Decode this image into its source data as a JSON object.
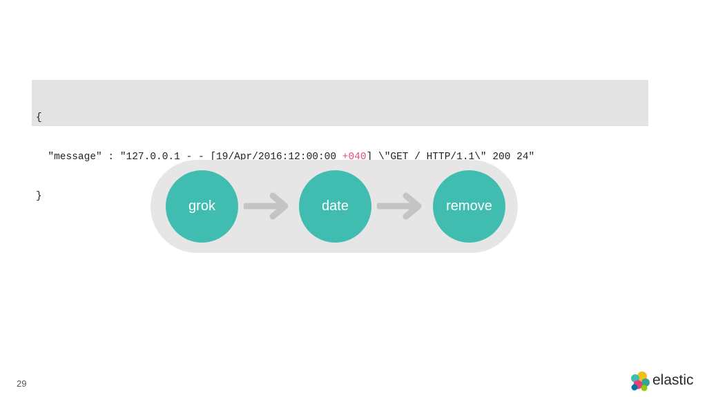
{
  "code": {
    "open_brace": "{",
    "line_prefix": "  \"message\" : \"127.0.0.1 - - [19/Apr/2016:12:00:00 ",
    "line_highlight": "+040",
    "line_suffix": "] \\\"GET / HTTP/1.1\\\" 200 24\"",
    "close_brace": "}",
    "highlight_color": "#e8478b"
  },
  "pipeline": {
    "processors": [
      "grok",
      "date",
      "remove"
    ],
    "node_color": "#40bdb0",
    "background_color": "#e6e6e6",
    "arrow_color": "#c4c4c4"
  },
  "footer": {
    "page_number": "29",
    "logo_text": "elastic"
  }
}
